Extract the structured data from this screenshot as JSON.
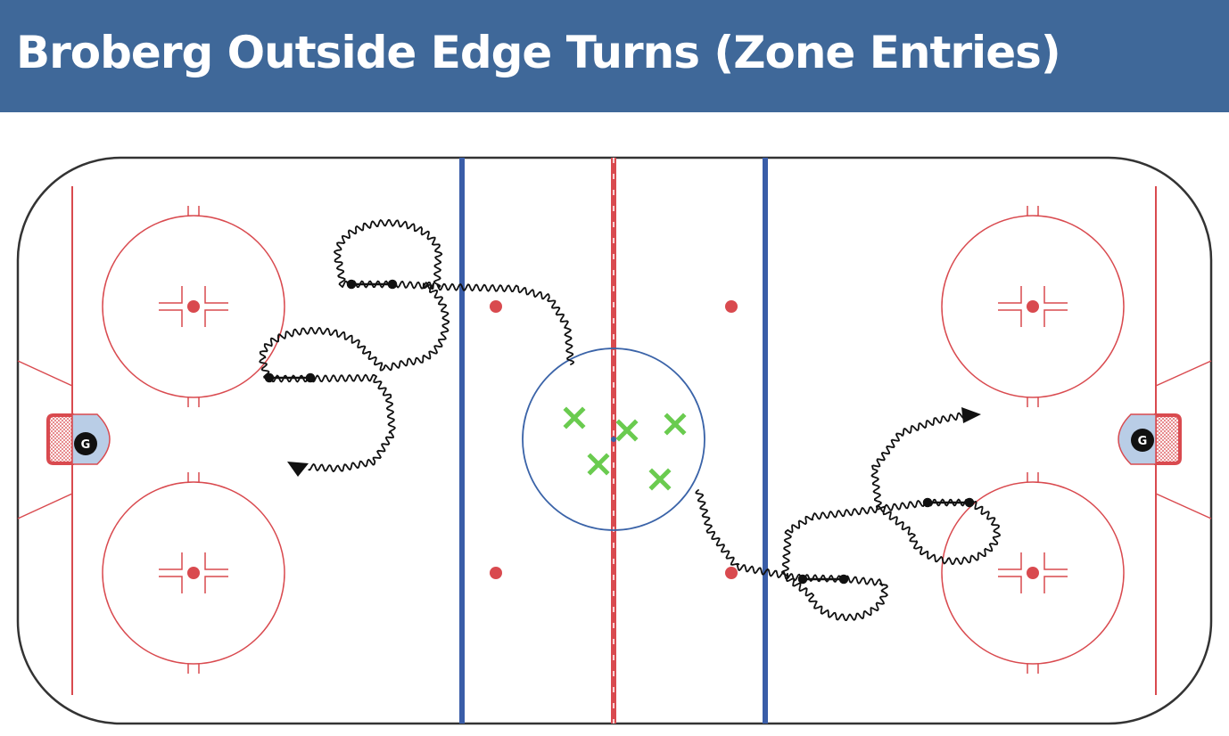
{
  "header": {
    "title": "Broberg Outside Edge Turns (Zone Entries)"
  },
  "goalies": {
    "left_label": "G",
    "right_label": "G"
  },
  "colors": {
    "header_bg": "#3f6899",
    "red_line": "#d94a4f",
    "blue_line": "#3a5da8",
    "center_circle": "#3a63a8",
    "player_x": "#6acb4f",
    "crease": "#b9cde6",
    "skate_path": "#111111"
  },
  "players": {
    "count": 5,
    "marker": "x-icon"
  }
}
